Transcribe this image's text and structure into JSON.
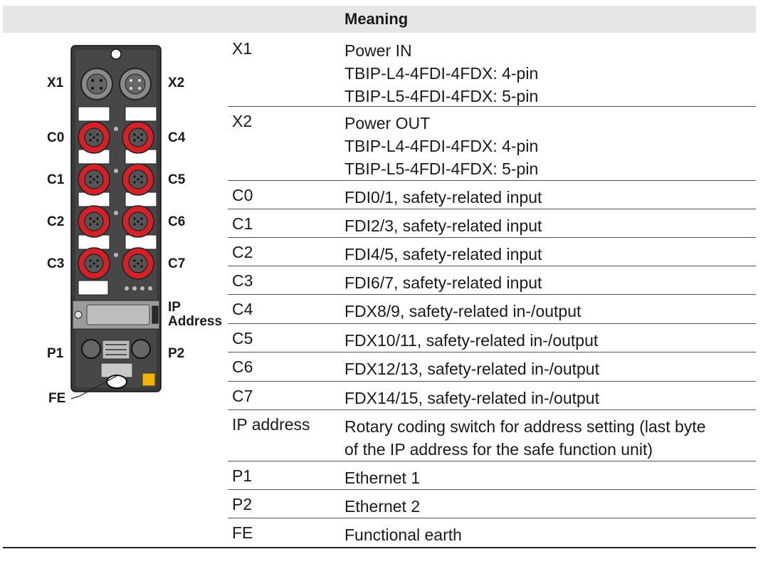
{
  "header": {
    "meaning": "Meaning"
  },
  "device_labels": {
    "x1": "X1",
    "x2": "X2",
    "c0": "C0",
    "c1": "C1",
    "c2": "C2",
    "c3": "C3",
    "c4": "C4",
    "c5": "C5",
    "c6": "C6",
    "c7": "C7",
    "ip_line1": "IP",
    "ip_line2": "Address",
    "p1": "P1",
    "p2": "P2",
    "fe": "FE"
  },
  "rows": [
    {
      "key": "X1",
      "lines": [
        "Power IN",
        "TBIP-L4-4FDI-4FDX: 4-pin",
        "TBIP-L5-4FDI-4FDX: 5-pin"
      ]
    },
    {
      "key": "X2",
      "lines": [
        "Power OUT",
        "TBIP-L4-4FDI-4FDX: 4-pin",
        "TBIP-L5-4FDI-4FDX: 5-pin"
      ]
    },
    {
      "key": "C0",
      "lines": [
        "FDI0/1, safety-related input"
      ]
    },
    {
      "key": "C1",
      "lines": [
        "FDI2/3, safety-related input"
      ]
    },
    {
      "key": "C2",
      "lines": [
        "FDI4/5, safety-related input"
      ]
    },
    {
      "key": "C3",
      "lines": [
        "FDI6/7, safety-related input"
      ]
    },
    {
      "key": "C4",
      "lines": [
        "FDX8/9, safety-related in-/output"
      ]
    },
    {
      "key": "C5",
      "lines": [
        "FDX10/11, safety-related in-/output"
      ]
    },
    {
      "key": "C6",
      "lines": [
        "FDX12/13, safety-related in-/output"
      ]
    },
    {
      "key": "C7",
      "lines": [
        "FDX14/15, safety-related in-/output"
      ]
    },
    {
      "key": "IP address",
      "lines": [
        "Rotary coding switch for address setting (last byte",
        "of the IP address for the safe function unit)"
      ]
    },
    {
      "key": "P1",
      "lines": [
        "Ethernet 1"
      ]
    },
    {
      "key": "P2",
      "lines": [
        "Ethernet 2"
      ]
    },
    {
      "key": "FE",
      "lines": [
        "Functional earth"
      ]
    }
  ],
  "colors": {
    "connector_red": "#d42027",
    "housing": "#3a3a3a",
    "header_band": "#e6e6e6",
    "fe_yellow": "#f2b400"
  }
}
